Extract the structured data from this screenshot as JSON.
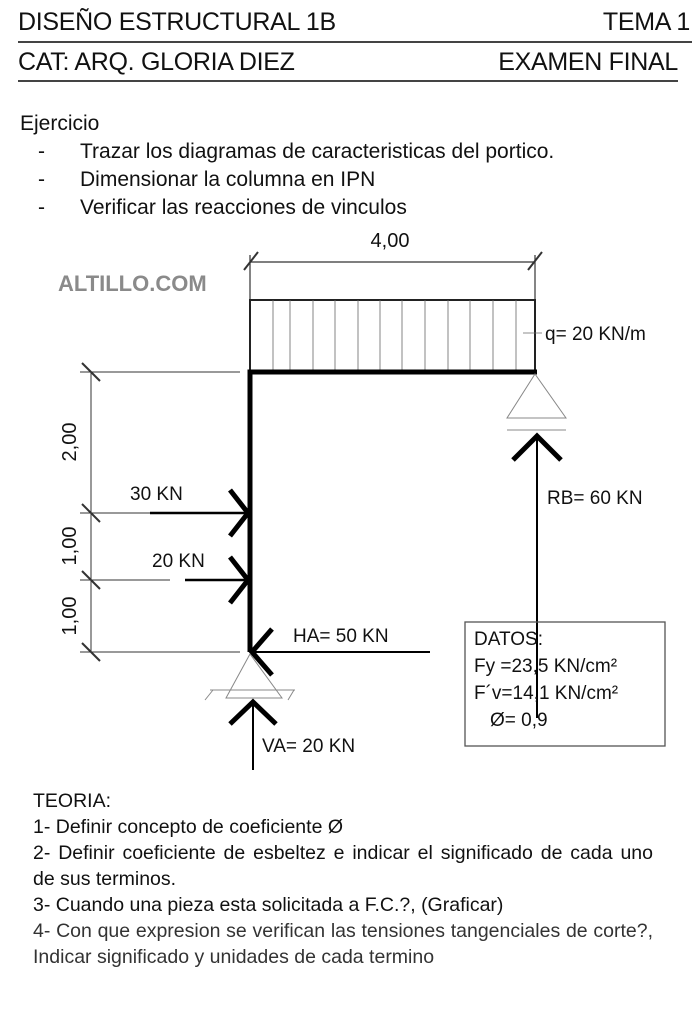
{
  "header": {
    "course": "DISEÑO ESTRUCTURAL 1B",
    "topic": "TEMA 1",
    "chair": "CAT: ARQ. GLORIA DIEZ",
    "exam": "EXAMEN FINAL"
  },
  "exercise": {
    "title": "Ejercicio",
    "bullet": "-",
    "items": [
      "Trazar los diagramas de caracteristicas del portico.",
      "Dimensionar la columna en IPN",
      "Verificar las reacciones de vinculos"
    ]
  },
  "watermark": "ALTILLO.COM",
  "diagram": {
    "span": "4,00",
    "load": "q= 20 KN/m",
    "heights": [
      "2,00",
      "1,00",
      "1,00"
    ],
    "force1": "30 KN",
    "force2": "20 KN",
    "ha": "HA= 50 KN",
    "va": "VA= 20 KN",
    "rb": "RB= 60 KN",
    "datos": {
      "title": "DATOS:",
      "fy": "Fy =23,5 KN/cm²",
      "fv": "F´v=14,1 KN/cm²",
      "phi": "Ø= 0,9"
    }
  },
  "theory": {
    "title": "TEORIA:",
    "items": [
      "1- Definir concepto de coeficiente Ø",
      "2- Definir coeficiente de esbeltez e indicar el significado de cada uno de sus terminos.",
      "3- Cuando una pieza esta solicitada a F.C.?, (Graficar)",
      "4- Con que expresion se verifican las tensiones tangenciales de corte?, Indicar significado y unidades de cada termino"
    ]
  }
}
